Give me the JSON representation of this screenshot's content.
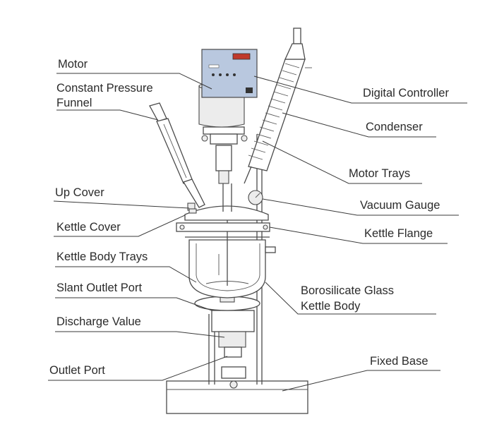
{
  "labels": {
    "motor": "Motor",
    "constant_pressure_funnel_1": "Constant Pressure",
    "constant_pressure_funnel_2": "Funnel",
    "up_cover": "Up Cover",
    "kettle_cover": "Kettle Cover",
    "kettle_body_trays": "Kettle Body Trays",
    "slant_outlet_port": "Slant Outlet Port",
    "discharge_value": "Discharge Value",
    "outlet_port": "Outlet Port",
    "digital_controller": "Digital Controller",
    "condenser": "Condenser",
    "motor_trays": "Motor Trays",
    "vacuum_gauge": "Vacuum Gauge",
    "kettle_flange": "Kettle Flange",
    "borosilicate_glass_1": "Borosilicate Glass",
    "borosilicate_glass_2": "Kettle Body",
    "fixed_base": "Fixed Base"
  },
  "colors": {
    "controller_panel": "#b9c8df",
    "controller_display": "#c0392b",
    "line": "#3a3a3a",
    "text": "#2b2b2b"
  }
}
